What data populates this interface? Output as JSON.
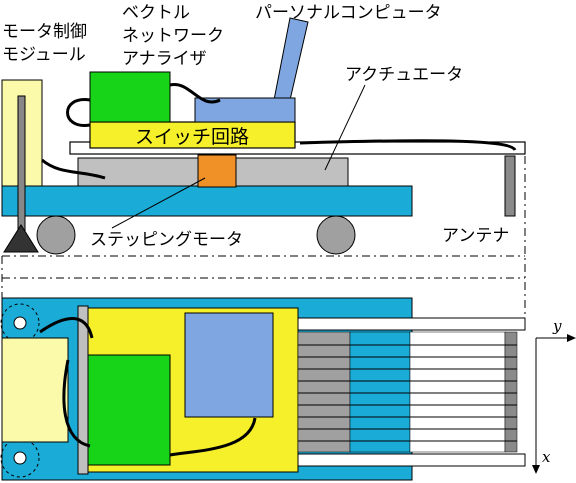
{
  "labels": {
    "motor_control_module_line1": "モータ制御",
    "motor_control_module_line2": "モジュール",
    "vna_line1": "ベクトル",
    "vna_line2": "ネットワーク",
    "vna_line3": "アナライザ",
    "personal_computer": "パーソナルコンピュータ",
    "actuator": "アクチュエータ",
    "switch_circuit": "スイッチ回路",
    "stepping_motor": "ステッピングモータ",
    "antenna": "アンテナ",
    "axis_y": "y",
    "axis_x": "x"
  },
  "colors": {
    "rail_blue": "#1aabd6",
    "module_yellow": "#fafaaa",
    "switch_yellow": "#f5f02a",
    "vna_green": "#18d418",
    "pc_blue": "#7fa6e0",
    "motor_orange": "#f09128",
    "actuator_gray": "#c0c0c0",
    "antenna_gray": "#8a8a8a",
    "wheel_gray": "#a0a0a0"
  }
}
